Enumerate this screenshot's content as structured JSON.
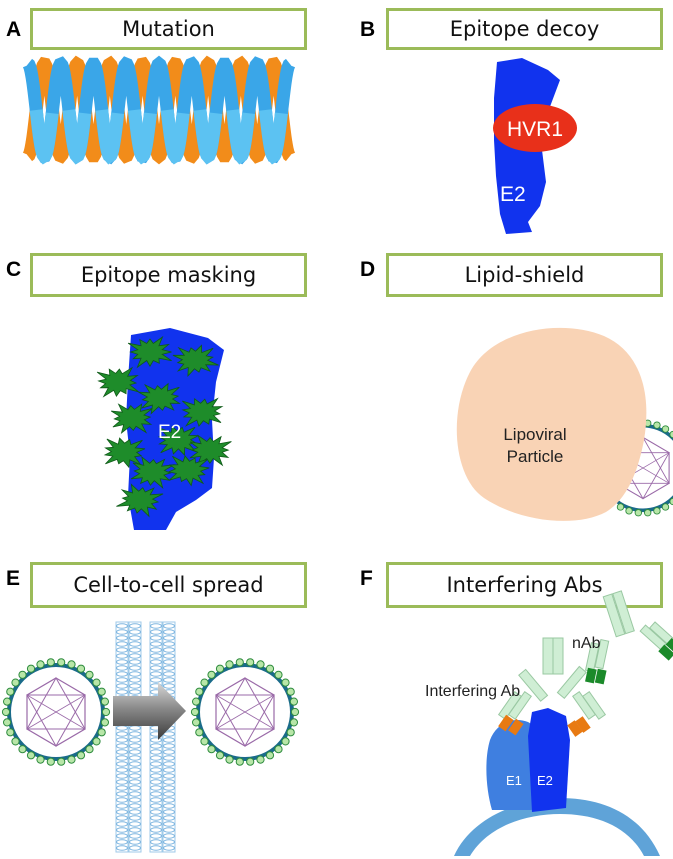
{
  "panels": {
    "a": {
      "letter": "A",
      "title": "Mutation"
    },
    "b": {
      "letter": "B",
      "title": "Epitope decoy",
      "labels": {
        "hvr": "HVR1",
        "protein": "E2"
      }
    },
    "c": {
      "letter": "C",
      "title": "Epitope masking",
      "labels": {
        "protein": "E2"
      }
    },
    "d": {
      "letter": "D",
      "title": "Lipid-shield",
      "labels": {
        "particle_line1": "Lipoviral",
        "particle_line2": "Particle"
      }
    },
    "e": {
      "letter": "E",
      "title": "Cell-to-cell spread"
    },
    "f": {
      "letter": "F",
      "title": "Interfering Abs",
      "labels": {
        "nab": "nAb",
        "interfering": "Interfering Ab",
        "e1": "E1",
        "e2": "E2"
      }
    }
  },
  "colors": {
    "title_border": "#9bbb59",
    "helix_orange": "#f28c1a",
    "helix_blue": "#3aa6e8",
    "protein_blue": "#1133ee",
    "hvr_red": "#e8301a",
    "glycan_green": "#1e8c2a",
    "lipo_peach": "#f9d3b5",
    "virion_ring": "#1a6b8a",
    "bead_green": "#b8e6a8",
    "ab_light": "#cfeed4",
    "ab_dark_green": "#1b8a2a",
    "ab_orange": "#e87a12",
    "e1_blue": "#3f7fe0",
    "membrane_blue": "#5fa3d8"
  }
}
